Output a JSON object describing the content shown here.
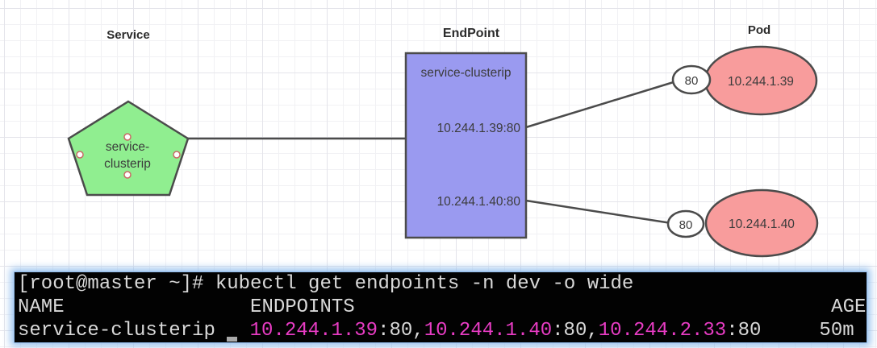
{
  "diagram": {
    "service": {
      "title": "Service",
      "label_line1": "service-",
      "label_line2": "clusterip",
      "fill": "#90ee90"
    },
    "endpoint": {
      "title": "EndPoint",
      "name": "service-clusterip",
      "rows": [
        "10.244.1.39:80",
        "10.244.1.40:80"
      ],
      "fill": "#9a9af0"
    },
    "pods": {
      "title": "Pod",
      "items": [
        {
          "port": "80",
          "ip": "10.244.1.39"
        },
        {
          "port": "80",
          "ip": "10.244.1.40"
        }
      ],
      "fill": "#f89c9c"
    }
  },
  "terminal": {
    "prompt_line": "[root@master ~]# kubectl get endpoints -n dev -o wide",
    "header_line": "NAME                ENDPOINTS                                         AGE",
    "row": {
      "name": "service-clusterip",
      "pad_after_name": " ",
      "pad_after_cursor": " ",
      "ip1": "10.244.1.39",
      "port1": ":80,",
      "ip2": "10.244.1.40",
      "port2": ":80,",
      "ip3": "10.244.2.33",
      "port3": ":80",
      "pad_before_age": "     ",
      "age": "50m"
    },
    "colors": {
      "background": "#020202",
      "foreground": "#d9d9d9",
      "ip_highlight": "#e83cc4",
      "cursor": "#a9a9a9",
      "window_glow": "#9cc3ee"
    }
  }
}
